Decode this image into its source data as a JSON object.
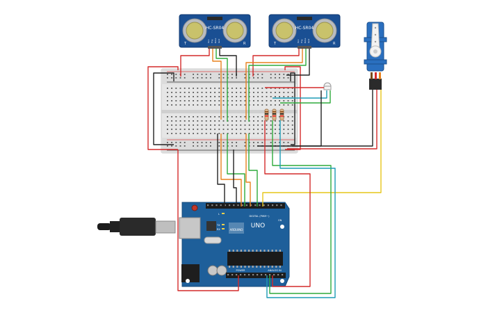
{
  "sensor_left": {
    "label": "HC-SR04",
    "pin_labels": [
      "Vcc",
      "Trig",
      "Echo",
      "Gnd"
    ],
    "corner_left": "T",
    "corner_right": "R"
  },
  "sensor_right": {
    "label": "HC-SR04",
    "pin_labels": [
      "Vcc",
      "Trig",
      "Echo",
      "Gnd"
    ],
    "corner_left": "T",
    "corner_right": "R"
  },
  "arduino": {
    "logo": "UNO",
    "brand": "ARDUINO",
    "digital_label": "DIGITAL (PWM~)",
    "power_label": "POWER",
    "analog_label": "ANALOG IN",
    "led_labels": [
      "L",
      "TX",
      "RX"
    ],
    "on_label": "ON"
  },
  "colors": {
    "wire_red": "#d42a2a",
    "wire_black": "#222222",
    "wire_orange": "#e8821e",
    "wire_green": "#2eaa3c",
    "wire_yellow": "#e6c619",
    "wire_teal": "#1d9bb5",
    "board_blue": "#1e5f9a",
    "sensor_blue": "#1a4f93",
    "breadboard": "#e2e2e2"
  }
}
